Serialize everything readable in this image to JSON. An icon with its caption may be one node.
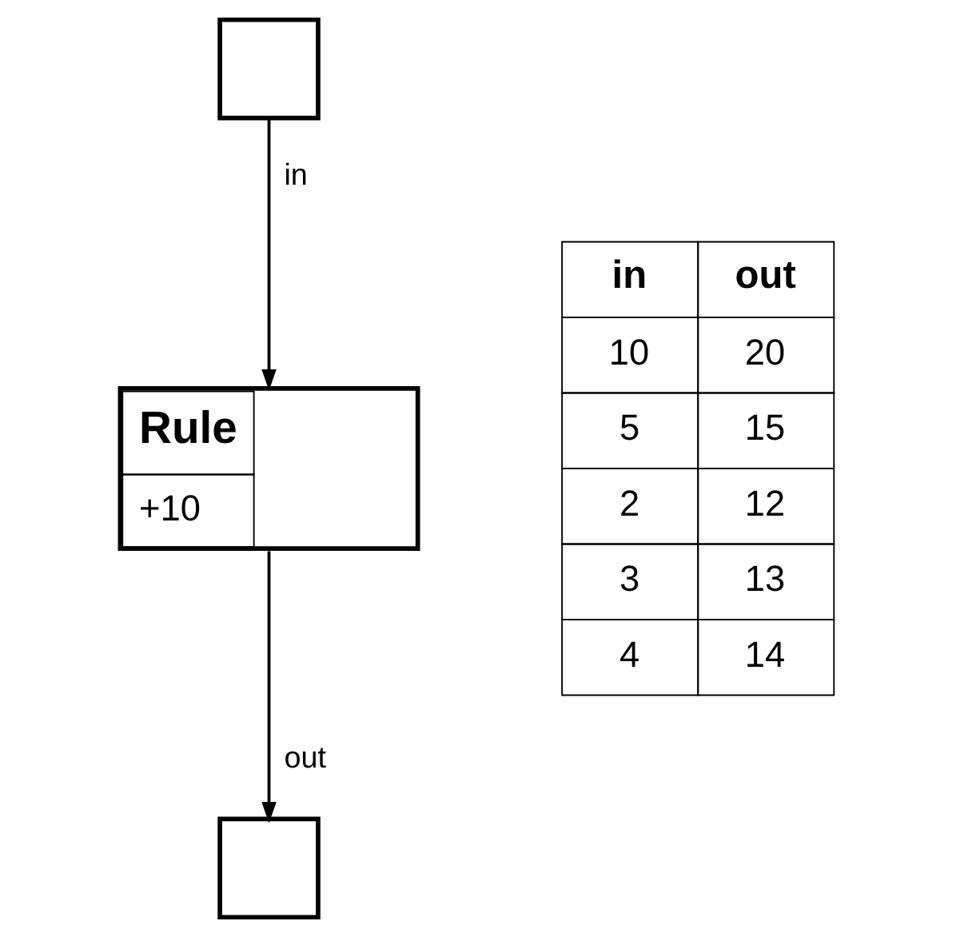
{
  "diagram": {
    "nodes": [
      {
        "text": [],
        "shape": "box"
      },
      {
        "text": [
          "Rule",
          "+10"
        ]
      },
      {
        "text": [],
        "shape": "box"
      }
    ],
    "edges": [
      {
        "from": 0,
        "to": 1,
        "arrow": "to",
        "label": "in"
      },
      {
        "from": 1,
        "to": 2,
        "arrow": "to",
        "label": "out"
      }
    ],
    "labels": [
      "in",
      "out",
      "10",
      "20",
      "5",
      "15",
      "2",
      "12",
      "3",
      "13",
      "4",
      "14"
    ]
  }
}
